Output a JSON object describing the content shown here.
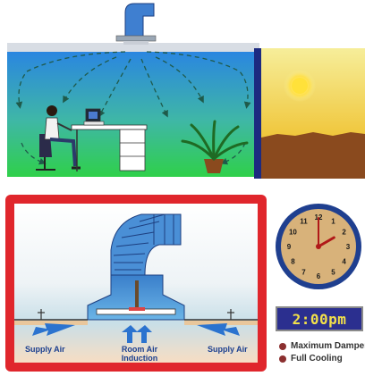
{
  "labels": {
    "supply_air_left": "Supply Air",
    "room_air_line1": "Room Air",
    "room_air_line2": "Induction",
    "supply_air_right": "Supply Air"
  },
  "time_display": "2:00pm",
  "clock": {
    "hour": 2,
    "minute": 0,
    "numbers": [
      "12",
      "1",
      "2",
      "3",
      "4",
      "5",
      "6",
      "7",
      "8",
      "9",
      "10",
      "11"
    ]
  },
  "legend": [
    {
      "label": "Maximum Damper"
    },
    {
      "label": "Full Cooling"
    }
  ],
  "colors": {
    "frame_red": "#e0262c",
    "room_blue": "#1f6fd6",
    "room_green": "#2fbf4a",
    "sky_yellow": "#f2d23c",
    "ground_brown": "#8a4a1e",
    "time_bg": "#2b2f8f",
    "time_text": "#f2e04a",
    "legend_dot": "#8b2f2f"
  },
  "icons": [
    "person-at-desk-icon",
    "computer-icon",
    "plant-icon",
    "sun-icon",
    "clock-icon"
  ]
}
